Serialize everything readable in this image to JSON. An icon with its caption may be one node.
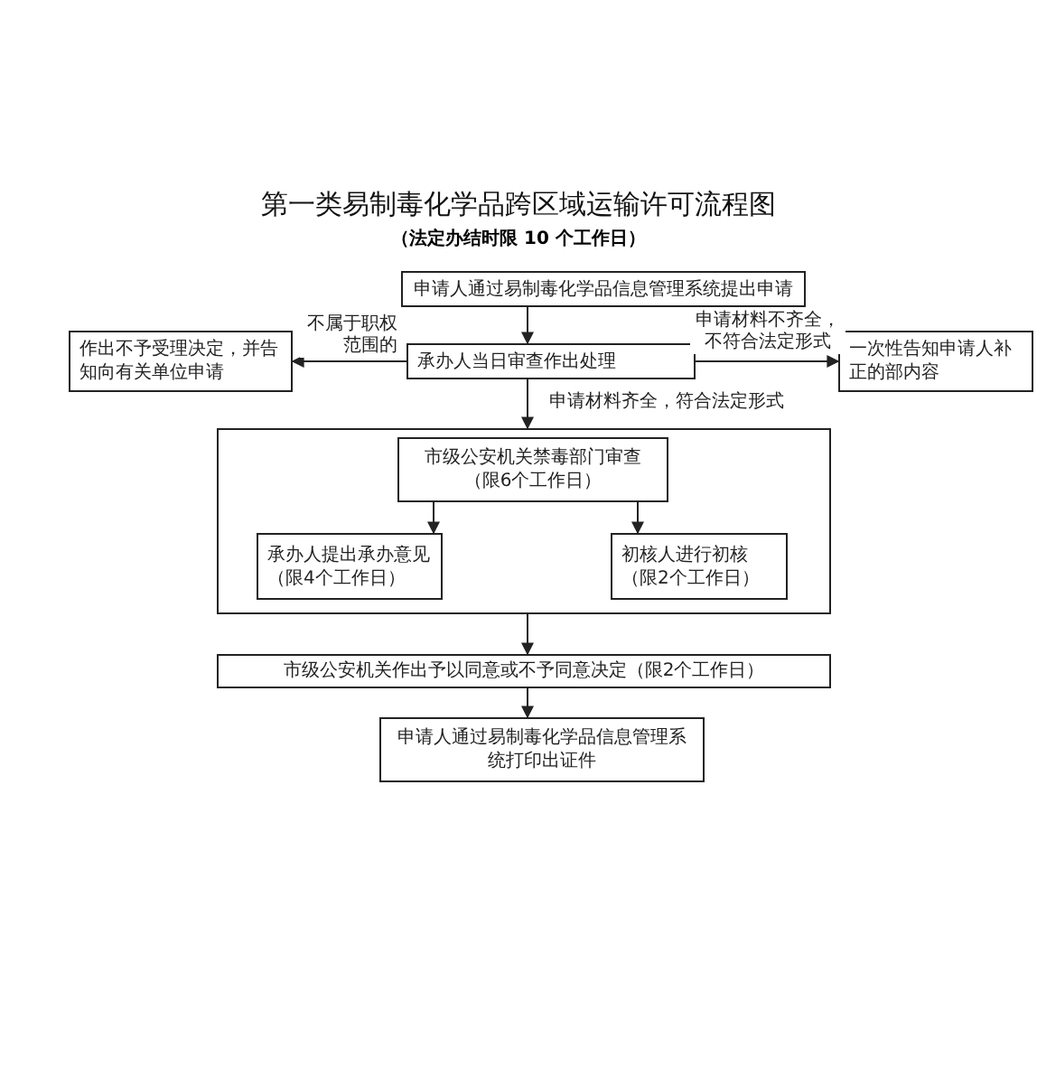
{
  "diagram": {
    "title": "第一类易制毒化学品跨区域运输许可流程图",
    "nodes": [
      {
        "text": [
          "申请人通过易制毒化学品信息管理系统提出申请"
        ]
      },
      {
        "text": [
          "承办人当日审查作出处理"
        ]
      },
      {
        "text": [
          "作出不予受理决定，并告知向有关单位申请"
        ]
      },
      {
        "text": [
          "一次性告知申请人补正的部内容"
        ]
      },
      {
        "text": [],
        "shape": "box"
      },
      {
        "text": [
          "市级公安机关禁毒部门审查",
          "（限6个工作日）"
        ],
        "in": 4
      },
      {
        "text": [
          "承办人提出承办意见",
          "（限4个工作日）"
        ],
        "in": 4
      },
      {
        "text": [
          "初核人进行初核",
          "（限2个工作日）"
        ],
        "in": 4
      },
      {
        "text": [
          "市级公安机关作出予以同意或不予同意决定（限2个工作日）"
        ]
      },
      {
        "text": [
          "申请人通过易制毒化学品信息管理系统打印出证件"
        ]
      }
    ],
    "edges": [
      {
        "from": 0,
        "to": 1,
        "arrow": "to"
      },
      {
        "from": 1,
        "to": 2,
        "arrow": "to",
        "label": "不属于职权范围的"
      },
      {
        "from": 1,
        "to": 3,
        "arrow": "to",
        "label": "申请材料不齐全，不符合法定形式"
      },
      {
        "from": 1,
        "to": 4,
        "arrow": "to",
        "label": "申请材料齐全，符合法定形式"
      },
      {
        "from": 5,
        "to": 6,
        "arrow": "to"
      },
      {
        "from": 5,
        "to": 7,
        "arrow": "to"
      },
      {
        "from": 4,
        "to": 8,
        "arrow": "to"
      },
      {
        "from": 8,
        "to": 9,
        "arrow": "to"
      }
    ],
    "labels": [
      "（法定办结时限 10 个工作日）"
    ]
  }
}
